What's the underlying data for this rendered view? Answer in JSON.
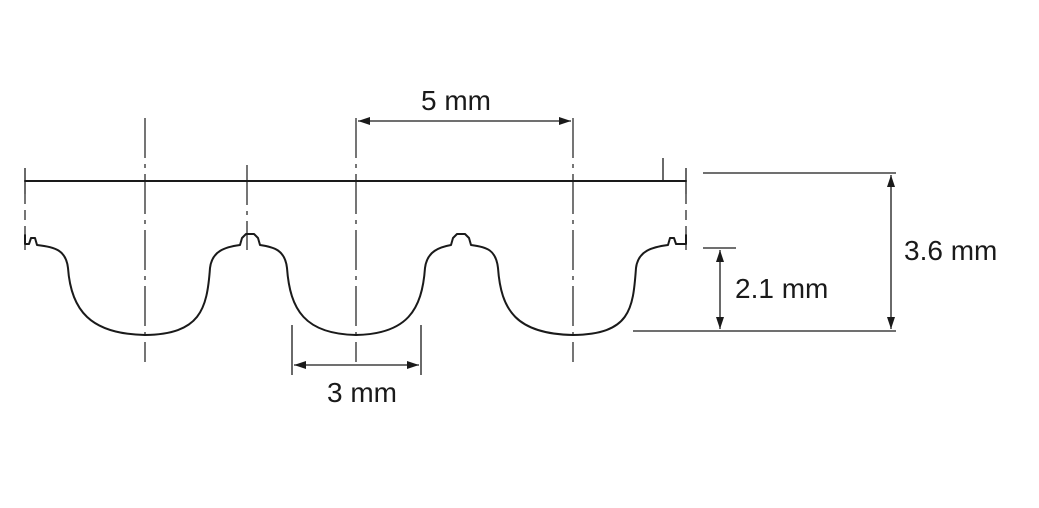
{
  "diagram": {
    "colors": {
      "line": "#1a1a1a",
      "background": "#ffffff"
    },
    "dimensions": {
      "pitch": "5 mm",
      "tooth_width": "3 mm",
      "total_height": "3.6 mm",
      "tooth_height": "2.1 mm"
    }
  }
}
